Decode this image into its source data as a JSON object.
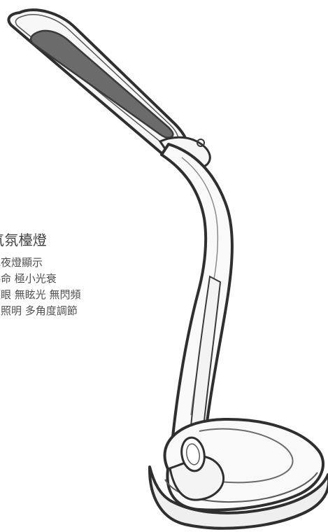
{
  "product_panel": {
    "title": "氣氛檯燈",
    "features": [
      "色夜燈顯示",
      "壽命 極小光衰",
      "護眼 無眩光 無閃頻",
      "立照明 多角度調節"
    ]
  },
  "image": {
    "subject": "desk-lamp-line-art"
  }
}
